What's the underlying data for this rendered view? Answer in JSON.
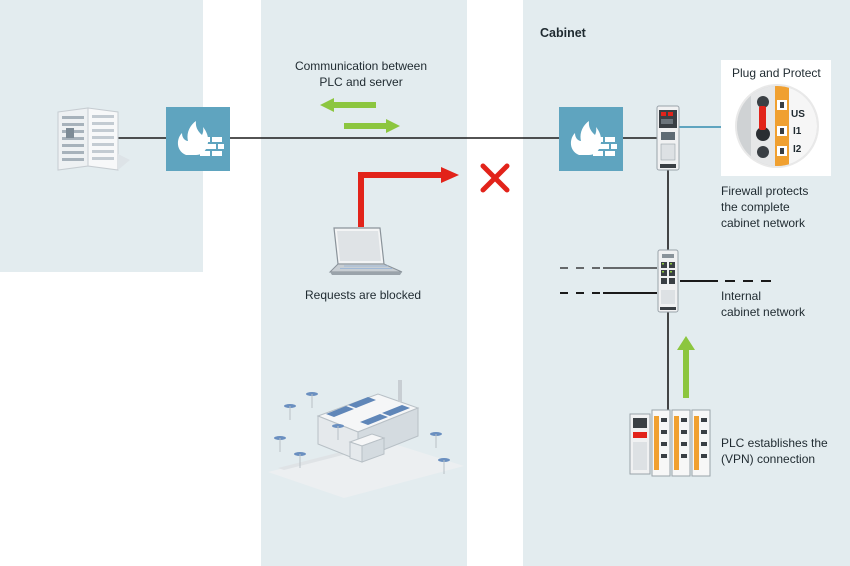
{
  "diagram": {
    "cabinet_title": "Cabinet",
    "communication_label_line1": "Communication between",
    "communication_label_line2": "PLC and server",
    "blocked_label": "Requests are blocked",
    "plug_protect": {
      "title": "Plug and Protect",
      "terminals": [
        "US",
        "I1",
        "I2"
      ]
    },
    "firewall_note_line1": "Firewall protects",
    "firewall_note_line2": "the complete",
    "firewall_note_line3": "cabinet network",
    "internal_net_line1": "Internal",
    "internal_net_line2": "cabinet network",
    "plc_note_line1": "PLC establishes the",
    "plc_note_line2": "(VPN) connection",
    "icons": [
      "server-icon",
      "firewall-icon",
      "laptop-icon",
      "factory-icon",
      "router-icon",
      "switch-icon",
      "plc-icon",
      "block-x-icon"
    ],
    "colors": {
      "zone_bg": "#e3ecef",
      "firewall": "#5fa4bf",
      "arrow_green": "#8cc63f",
      "arrow_red": "#e2231a",
      "line": "#1a1a1a",
      "terminal_orange": "#f0a030"
    }
  }
}
